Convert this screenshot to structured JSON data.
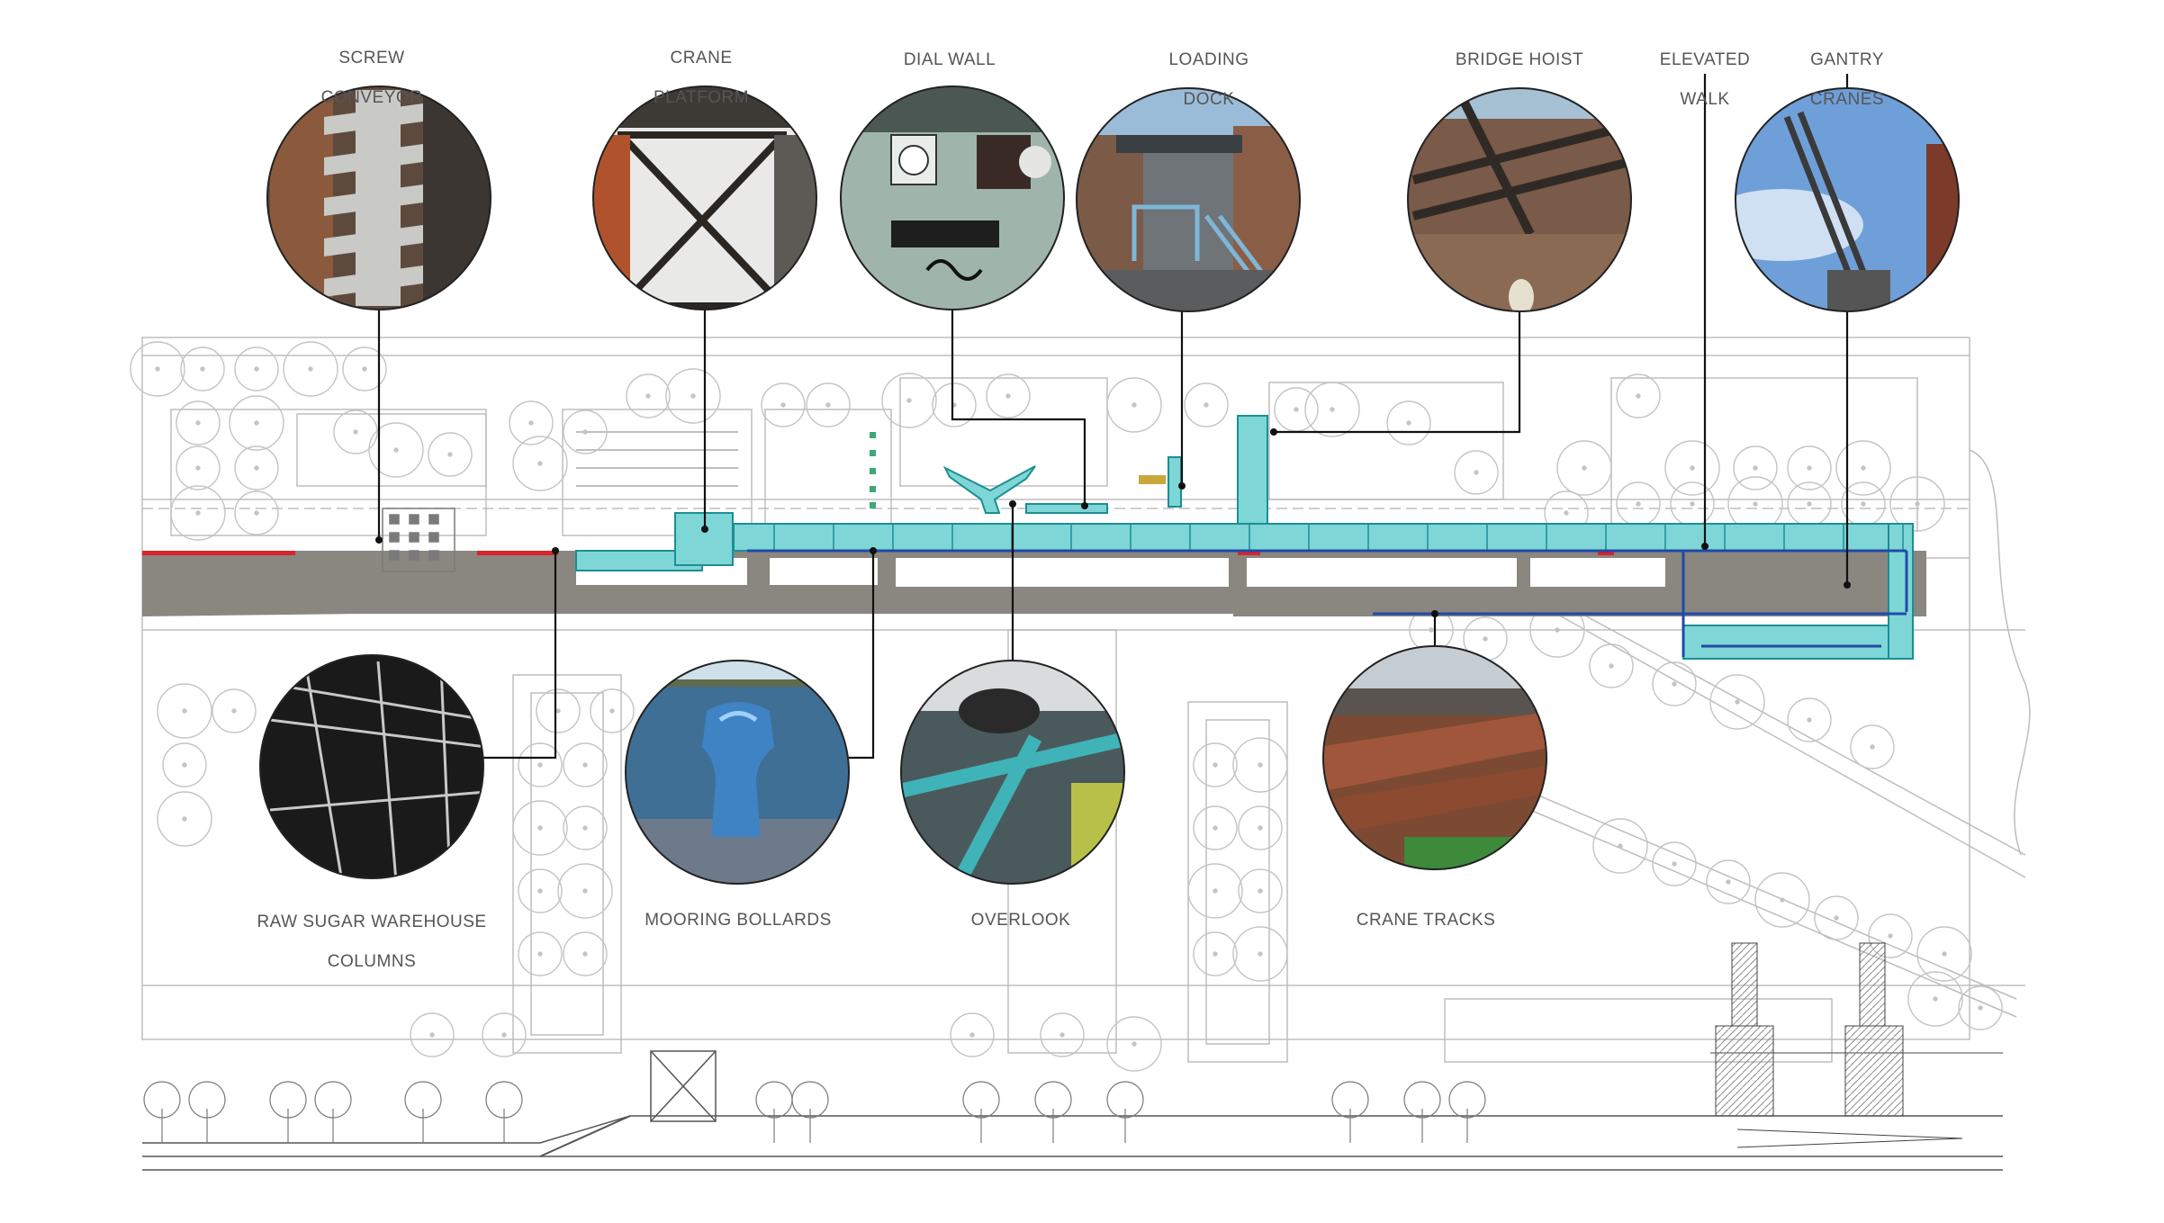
{
  "callouts_top": [
    {
      "id": "screw-conveyor",
      "lines": [
        "SCREW",
        "CONVEYOR"
      ],
      "photo": "screw conveyor spiral"
    },
    {
      "id": "crane-platform",
      "lines": [
        "CRANE",
        "PLATFORM"
      ],
      "photo": "crane platform steel frame"
    },
    {
      "id": "dial-wall",
      "lines": [
        "DIAL WALL"
      ],
      "photo": "control panel dial wall"
    },
    {
      "id": "loading-dock",
      "lines": [
        "LOADING",
        "DOCK"
      ],
      "photo": "loading dock stairs"
    },
    {
      "id": "bridge-hoist",
      "lines": [
        "BRIDGE HOIST"
      ],
      "photo": "bridge hoist beams"
    },
    {
      "id": "elevated-walk",
      "lines": [
        "ELEVATED",
        "WALK"
      ],
      "photo": ""
    },
    {
      "id": "gantry-cranes",
      "lines": [
        "GANTRY",
        "CRANES"
      ],
      "photo": "gantry crane against sky"
    }
  ],
  "callouts_bottom": [
    {
      "id": "raw-sugar-warehouse-columns",
      "lines": [
        "RAW SUGAR WAREHOUSE",
        "COLUMNS"
      ],
      "photo": "warehouse columns interior"
    },
    {
      "id": "mooring-bollards",
      "lines": [
        "MOORING BOLLARDS"
      ],
      "photo": "mooring bollard on water"
    },
    {
      "id": "overlook",
      "lines": [
        "OVERLOOK"
      ],
      "photo": "teal steel overlook"
    },
    {
      "id": "crane-tracks",
      "lines": [
        "CRANE TRACKS"
      ],
      "photo": "rusted crane tracks"
    }
  ],
  "colors": {
    "walkway_teal": "#7fd6d6",
    "walkway_stroke": "#1b8f94",
    "path_blue": "#1f4aa8",
    "roadway_gray": "#8a8680",
    "edge_red": "#d8242a",
    "linework": "#b8b8b8"
  }
}
